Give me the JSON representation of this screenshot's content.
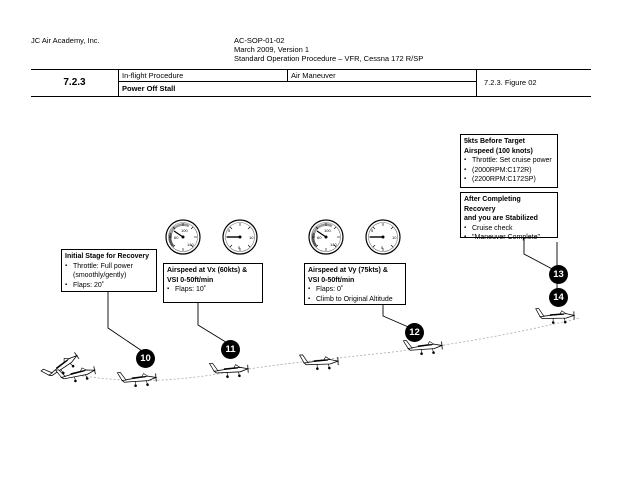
{
  "header": {
    "org": "JC Air Academy, Inc.",
    "doc_id": "AC-SOP-01-02",
    "date_version": "March 2009, Version 1",
    "title": "Standard Operation Procedure – VFR, Cessna 172 R/SP"
  },
  "table": {
    "section": "7.2.3",
    "category": "In-flight Procedure",
    "type": "Air Maneuver",
    "procedure": "Power Off Stall",
    "figure": "7.2.3. Figure 02"
  },
  "callouts": {
    "initial": {
      "title": "Initial Stage for Recovery",
      "items": [
        "Throttle: Full power (smoothly/gently)",
        "Flaps: 20˚"
      ]
    },
    "vx": {
      "title1": "Airspeed at Vx (60kts) &",
      "title2": "VSI 0-50ft/min",
      "items": [
        "Flaps: 10˚"
      ]
    },
    "vy": {
      "title1": "Airspeed at Vy (75kts) &",
      "title2": "VSI 0-50ft/min",
      "items": [
        "Flaps: 0˚",
        "Climb to Original Altitude"
      ]
    },
    "before": {
      "title1": "5kts Before Target",
      "title2": "Airspeed (100 knots)",
      "items": [
        "Throttle: Set cruise power",
        "(2000RPM:C172R)",
        "(2200RPM:C172SP)"
      ]
    },
    "after": {
      "title1": "After Completing Recovery",
      "title2": "and you are Stabilized",
      "items": [
        "Cruise check",
        "\"Maneuver Complete\""
      ]
    }
  },
  "steps": [
    "10",
    "11",
    "12",
    "13",
    "14"
  ],
  "icons": {
    "gauge": "airspeed-indicator-icon",
    "vsi": "vertical-speed-indicator-icon",
    "plane": "airplane-icon"
  }
}
